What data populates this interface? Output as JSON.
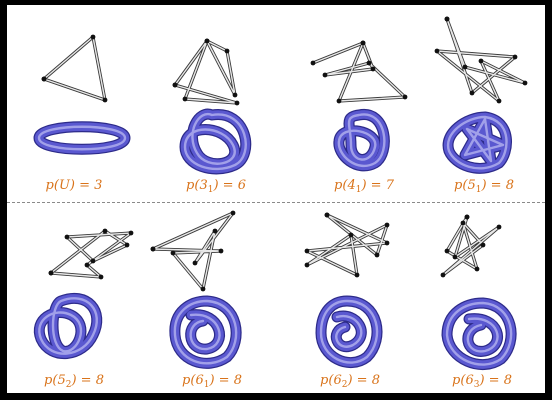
{
  "cells": [
    {
      "id": "unknot",
      "knot_name": "U",
      "subscript": "",
      "value": "3"
    },
    {
      "id": "trefoil",
      "knot_name": "3",
      "subscript": "1",
      "value": "6"
    },
    {
      "id": "figure-eight",
      "knot_name": "4",
      "subscript": "1",
      "value": "7"
    },
    {
      "id": "cinquefoil",
      "knot_name": "5",
      "subscript": "1",
      "value": "8"
    },
    {
      "id": "three-twist",
      "knot_name": "5",
      "subscript": "2",
      "value": "8"
    },
    {
      "id": "stevedore",
      "knot_name": "6",
      "subscript": "1",
      "value": "8"
    },
    {
      "id": "knot-6-2",
      "knot_name": "6",
      "subscript": "2",
      "value": "8"
    },
    {
      "id": "knot-6-3",
      "knot_name": "6",
      "subscript": "3",
      "value": "8"
    }
  ],
  "colors": {
    "tube": "#5a58d0",
    "tube_dark": "#2d2b8a",
    "tube_light": "#b9b8f2",
    "label": "#d9731a",
    "divider": "#8a8a8a"
  }
}
